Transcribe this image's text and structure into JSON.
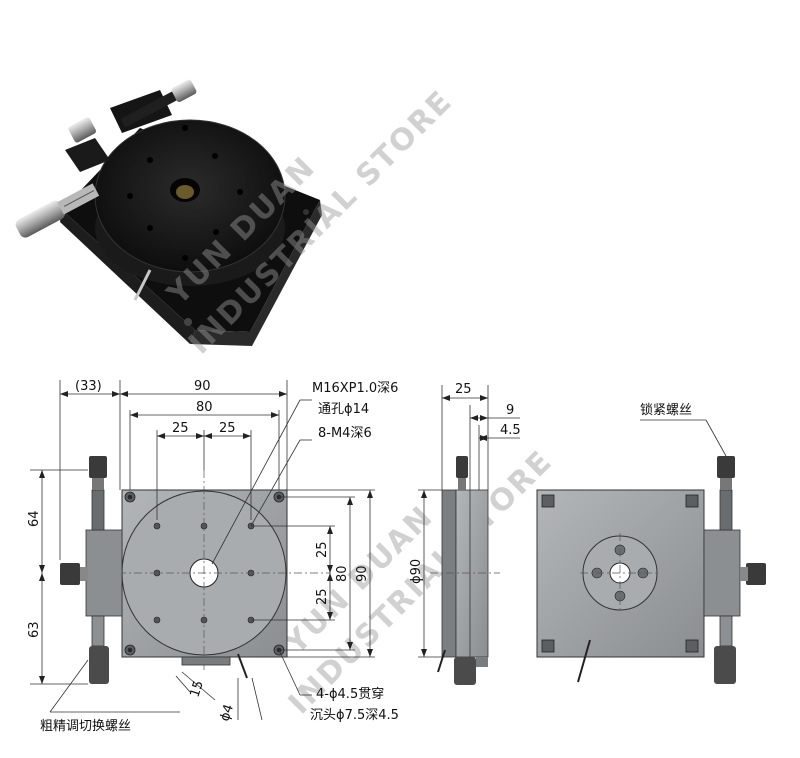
{
  "watermark": {
    "line1": "YUN DUAN",
    "line2": "INDUSTRIAL STORE"
  },
  "dimensions": {
    "offset_33": "(33)",
    "width_90": "90",
    "inner_80": "80",
    "pitch_25_left": "25",
    "pitch_25_right": "25",
    "height_64": "64",
    "height_63": "63",
    "side_25_a": "25",
    "side_25_b": "25",
    "side_80": "80",
    "side_90": "90",
    "dim_15": "15",
    "dim_phi4": "ϕ4",
    "side_view_25": "25",
    "side_view_9": "9",
    "side_view_4_5": "4.5",
    "side_view_phi90": "ϕ90"
  },
  "notes": {
    "center_thread": "M16XP1.0深6",
    "through_hole": "通孔ϕ14",
    "tapped_holes": "8-M4深6",
    "mount_holes": "4-ϕ4.5贯穿",
    "counterbore": "沉头ϕ7.5深4.5",
    "lock_screw": "锁紧螺丝",
    "coarse_fine_screw": "粗精调切换螺丝"
  },
  "colors": {
    "plate": "#9ea1a4",
    "plate_dark": "#6d7073",
    "photo_body": "#151515",
    "line": "#222222"
  }
}
